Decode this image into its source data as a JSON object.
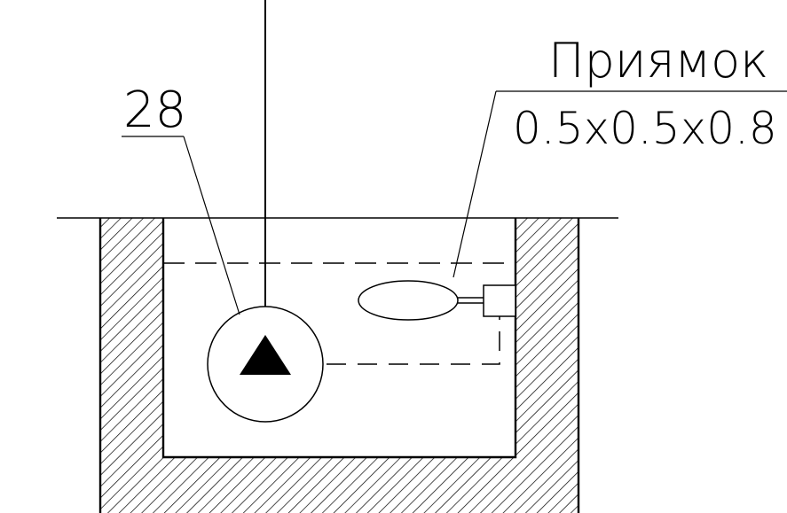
{
  "labels": {
    "pump_number": "28",
    "pit_name": "Приямок",
    "pit_dimensions": "0.5x0.5x0.8"
  },
  "colors": {
    "line": "#000000",
    "background": "#ffffff"
  },
  "icons": {
    "pump_symbol": "pump-triangle-icon",
    "float_switch": "float-switch-icon"
  }
}
